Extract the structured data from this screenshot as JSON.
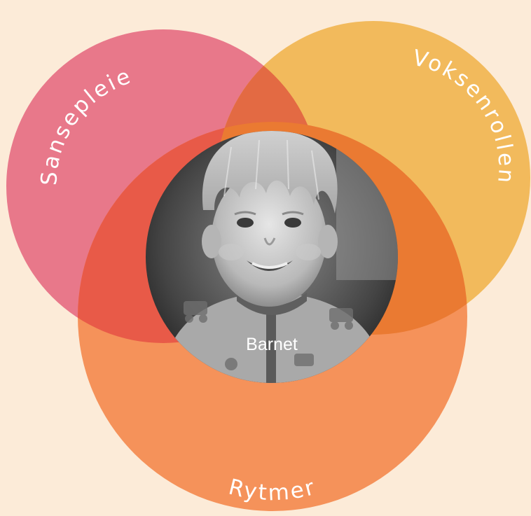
{
  "diagram": {
    "circles": [
      {
        "id": "sansepleie",
        "label": "Sansepleie",
        "color": "#e8788a"
      },
      {
        "id": "voksenrollen",
        "label": "Voksenrollen",
        "color": "#f2ba5c"
      },
      {
        "id": "rytmer",
        "label": "Rytmer",
        "color": "#f5925a"
      }
    ],
    "overlap_colors": {
      "sansepleie_voksenrollen": "#e36a43",
      "sansepleie_rytmer": "#e85a48",
      "voksenrollen_rytmer": "#ea7a32"
    },
    "center": {
      "label": "Barnet",
      "image": "child-portrait-photo"
    },
    "background": "#fcebd8"
  }
}
